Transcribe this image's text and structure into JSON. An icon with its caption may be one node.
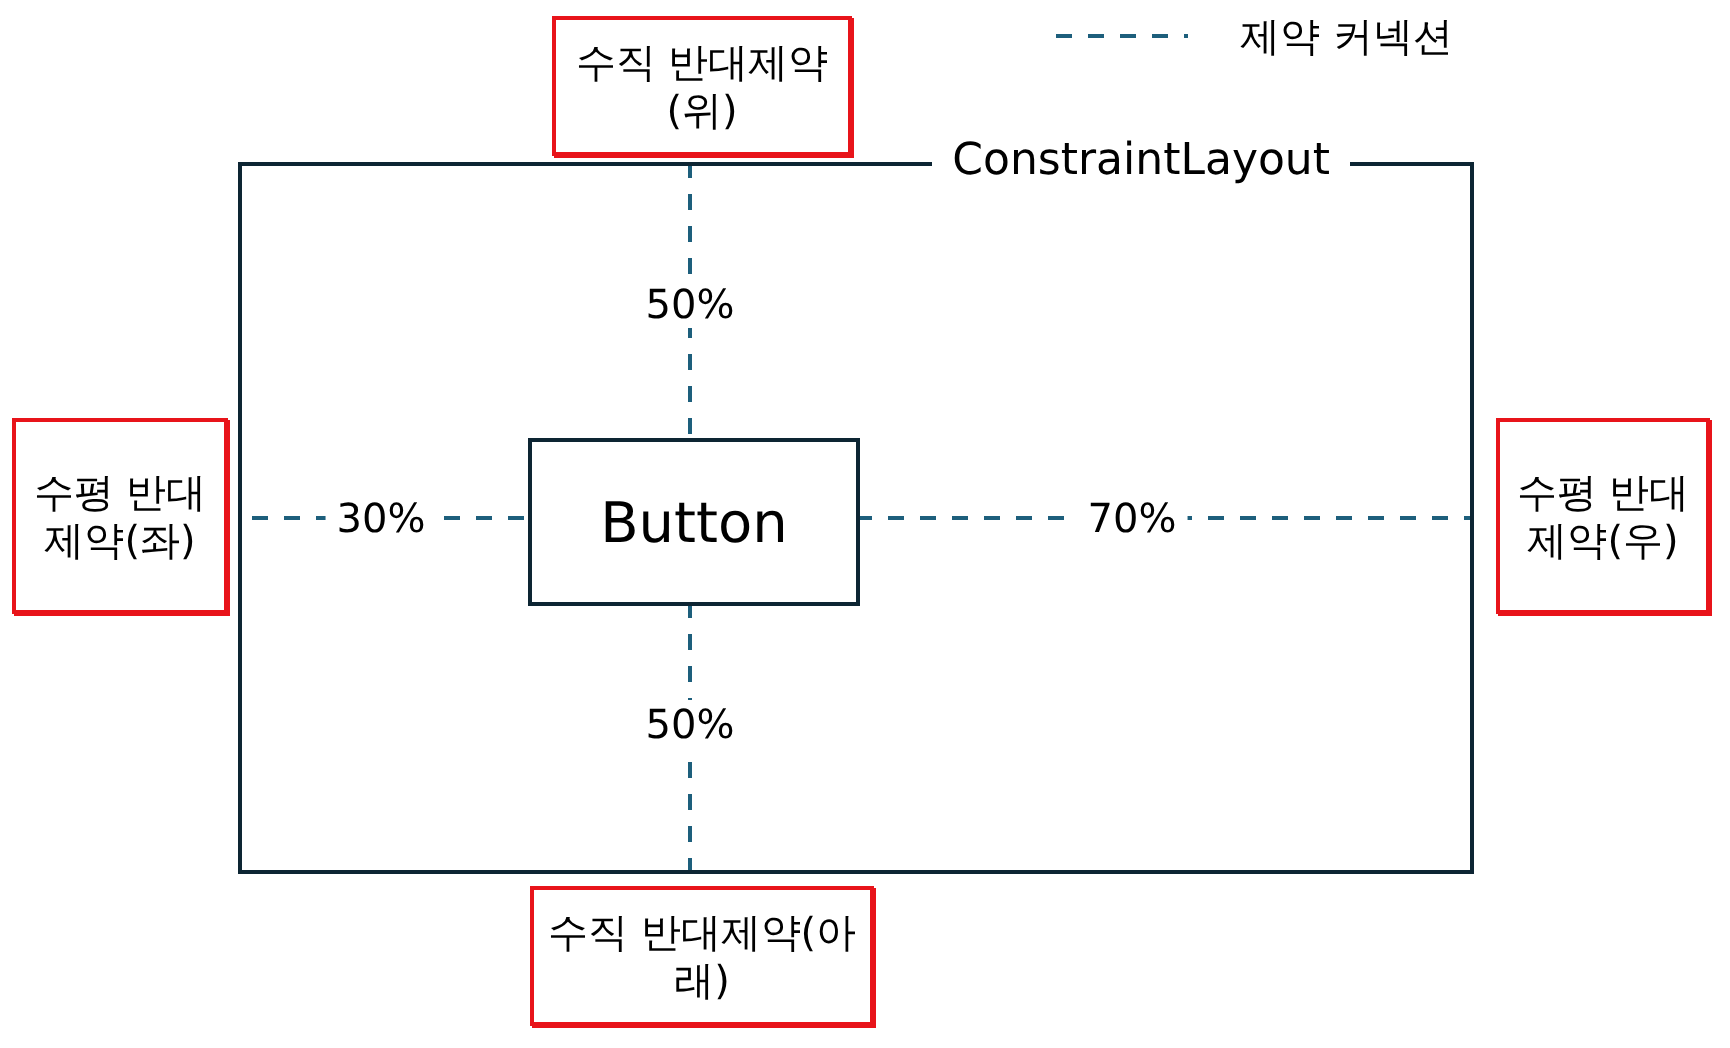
{
  "diagram": {
    "nodes": [
      {
        "text": [
          "ConstraintLayout"
        ]
      },
      {
        "text": [
          "Button"
        ],
        "in": 0
      },
      {
        "text": [
          "수직 반대제약(위)"
        ]
      },
      {
        "text": [
          "수평 반대제약(좌)"
        ]
      },
      {
        "text": [
          "수평 반대제약(우)"
        ]
      },
      {
        "text": [
          "수직 반대제약(아래)"
        ]
      }
    ],
    "edges": [
      {
        "from": 1,
        "to": 0,
        "arrow": "none",
        "label": "50%",
        "style": "dashed"
      },
      {
        "from": 1,
        "to": 0,
        "arrow": "none",
        "label": "30%",
        "style": "dashed"
      },
      {
        "from": 1,
        "to": 0,
        "arrow": "none",
        "label": "70%",
        "style": "dashed"
      },
      {
        "from": 1,
        "to": 0,
        "arrow": "none",
        "label": "50%",
        "style": "dashed"
      }
    ],
    "legend": [
      {
        "text": "제약 커넥션"
      }
    ]
  }
}
